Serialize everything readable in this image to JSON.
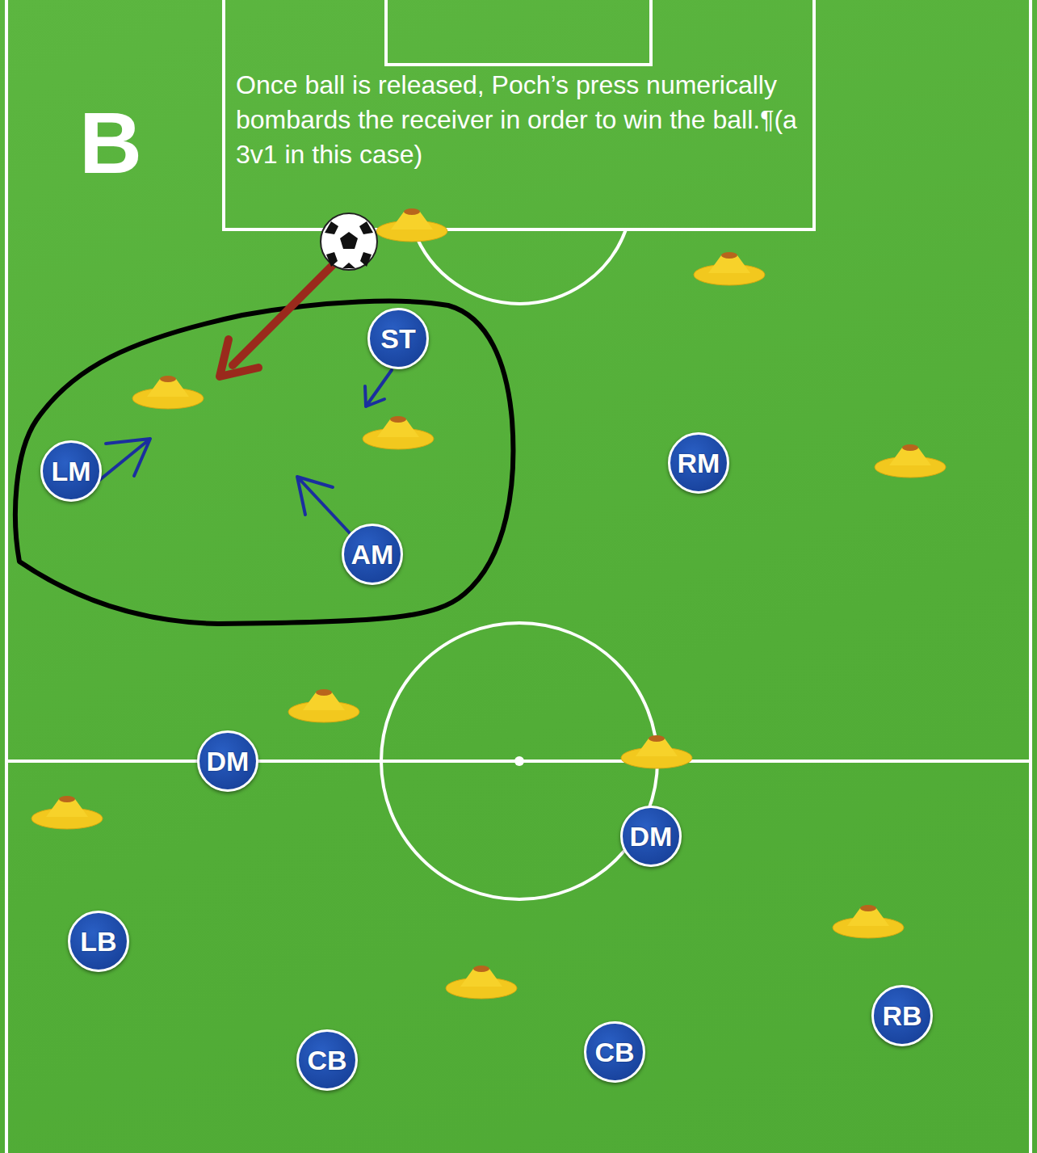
{
  "diagram": {
    "title": "B",
    "nodes": [
      {
        "text": [
          "ST"
        ]
      },
      {
        "text": [
          "RM"
        ]
      },
      {
        "text": [
          "LM"
        ]
      },
      {
        "text": [
          "AM"
        ]
      },
      {
        "text": [
          "DM"
        ]
      },
      {
        "text": [
          "DM"
        ]
      },
      {
        "text": [
          "LB"
        ]
      },
      {
        "text": [
          "RB"
        ]
      },
      {
        "text": [
          "CB"
        ]
      },
      {
        "text": [
          "CB"
        ]
      }
    ],
    "labels": [
      "Once ball is released, Poch’s press numerically bombards the receiver in order to win the ball.¶(a 3v1 in this case)"
    ]
  }
}
